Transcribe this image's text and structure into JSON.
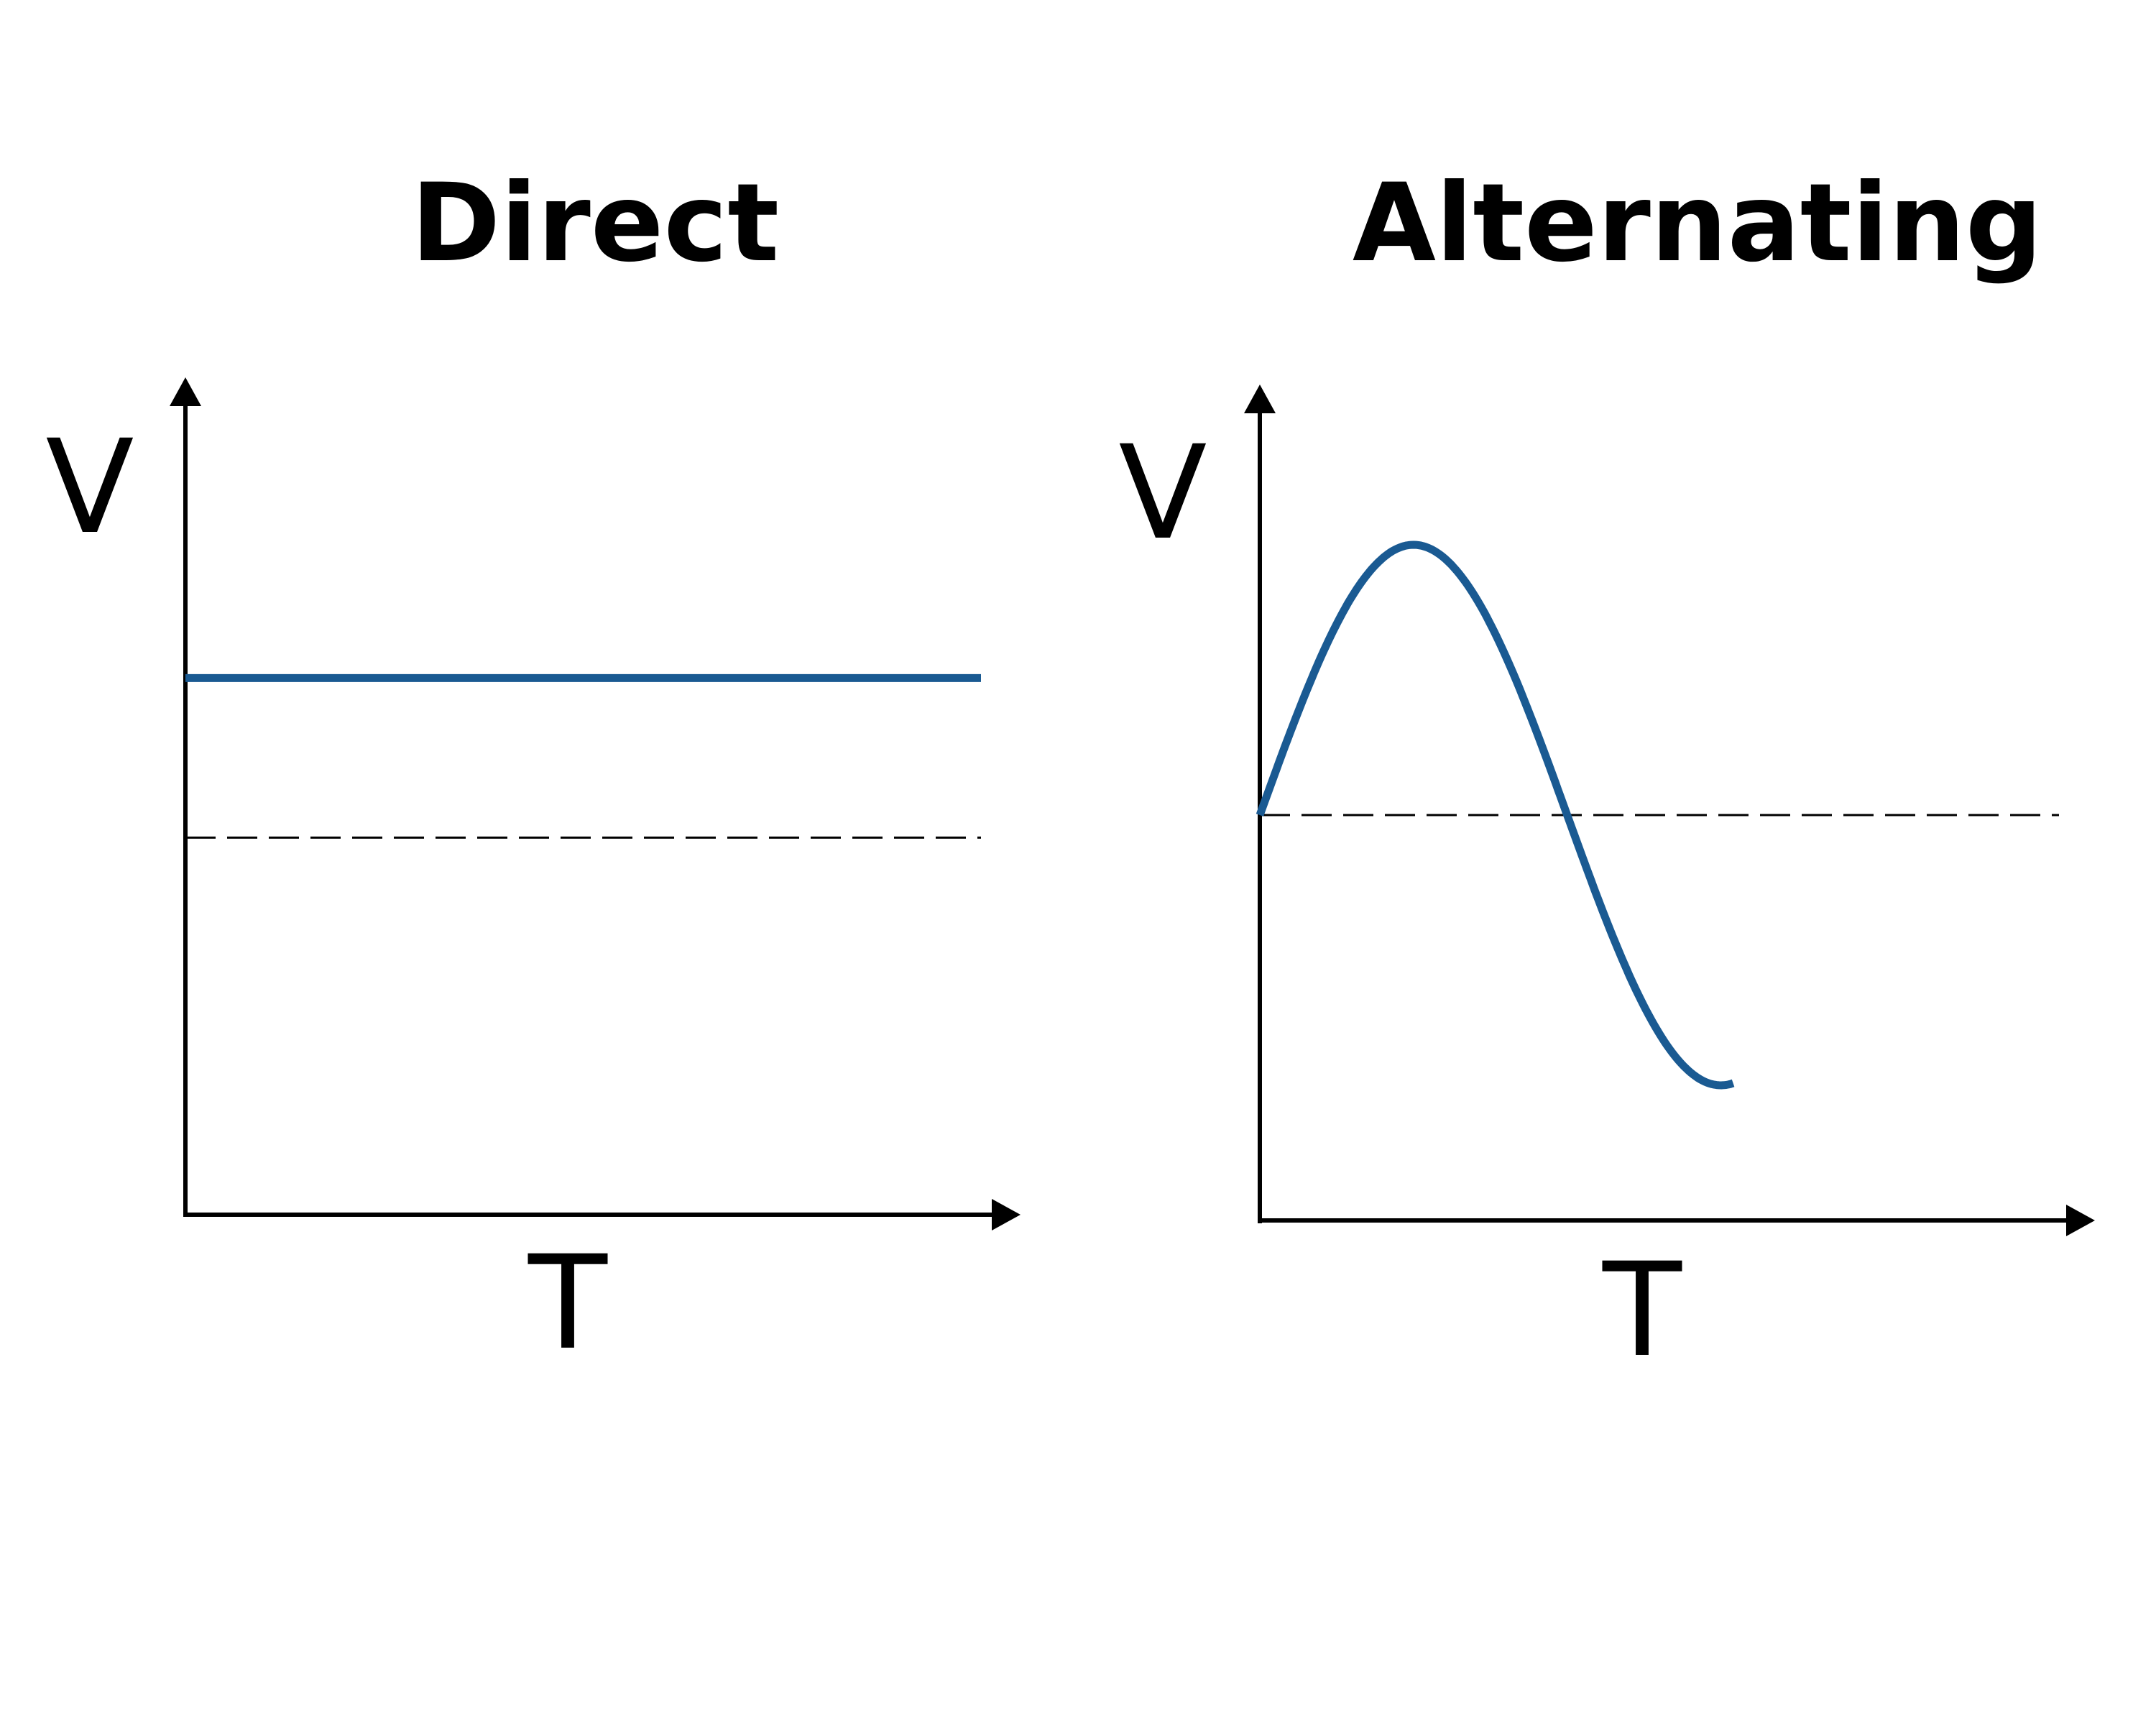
{
  "colors": {
    "series": "#1a5a92",
    "axis": "#000000",
    "background": "#ffffff"
  },
  "chart_data": [
    {
      "type": "line",
      "title": "Direct",
      "xlabel": "T",
      "ylabel": "V",
      "grid": false,
      "x_range": [
        0,
        1
      ],
      "y_range": [
        -1.3,
        1.5
      ],
      "zero_line": true,
      "series": [
        {
          "x": [
            0,
            1
          ],
          "y": [
            0.55,
            0.55
          ]
        }
      ]
    },
    {
      "type": "line",
      "title": "Alternating",
      "xlabel": "T",
      "ylabel": "V",
      "grid": false,
      "x_range": [
        0,
        1.3
      ],
      "y_range": [
        -1.5,
        1.5
      ],
      "zero_line": true,
      "series": [
        {
          "function": "sine",
          "amplitude": 1,
          "period": 1,
          "x_start": 0,
          "x_end": 0.77
        }
      ]
    }
  ]
}
